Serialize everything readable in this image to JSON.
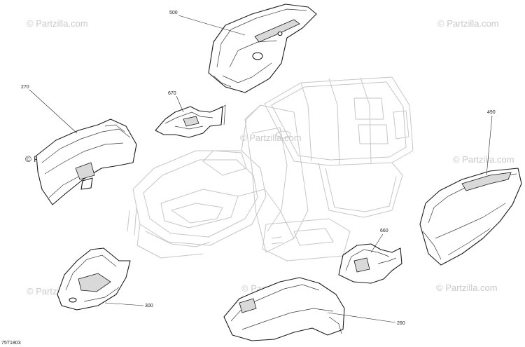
{
  "diagram": {
    "callouts": [
      "500",
      "670",
      "270",
      "490",
      "660",
      "300",
      "260"
    ],
    "drawing_code": "75T1803",
    "watermark": "© Partzilla.com"
  }
}
